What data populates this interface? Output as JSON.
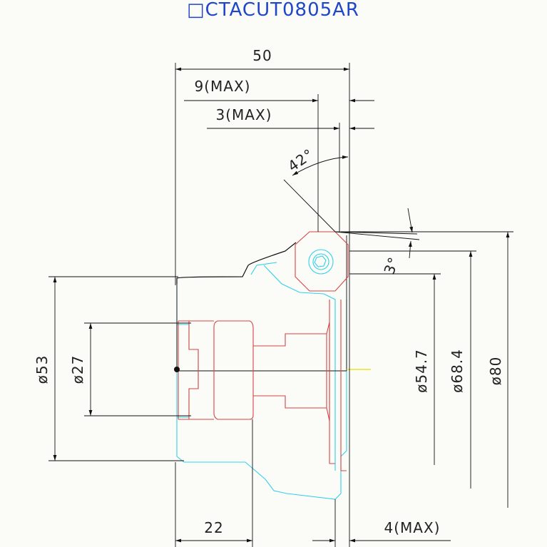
{
  "title": "□CTACUT0805AR",
  "dimensions": {
    "overall_width": "50",
    "chamfer_max": "9(MAX)",
    "edge_max": "3(MAX)",
    "lead_angle": "42°",
    "relief_angle": "3°",
    "bore_dia": "ø53",
    "hub_dia": "ø27",
    "dia_547": "ø54.7",
    "dia_684": "ø68.4",
    "dia_80": "ø80",
    "hub_width": "22",
    "offset_max": "4(MAX)"
  },
  "colors": {
    "title": "#1f46c9",
    "outline": "#111111",
    "insert": "#d64545",
    "body": "#33d0ea",
    "axis": "#e8e000"
  }
}
